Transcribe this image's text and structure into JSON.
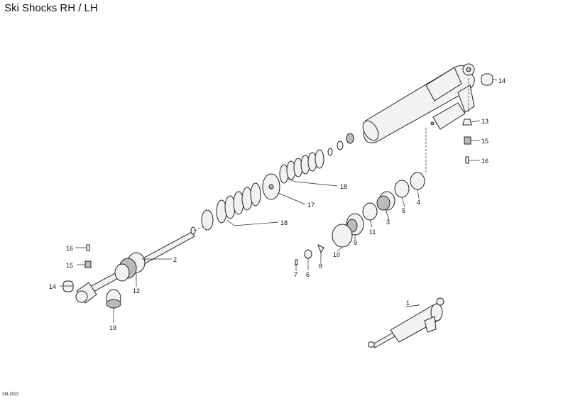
{
  "title": "Ski Shocks RH / LH",
  "reference_code": "28L1522",
  "callouts": [
    "1",
    "2",
    "3",
    "4",
    "5",
    "6",
    "7",
    "8",
    "9",
    "10",
    "11",
    "12",
    "13",
    "14",
    "14",
    "15",
    "15",
    "16",
    "16",
    "17",
    "18",
    "18",
    "19"
  ]
}
